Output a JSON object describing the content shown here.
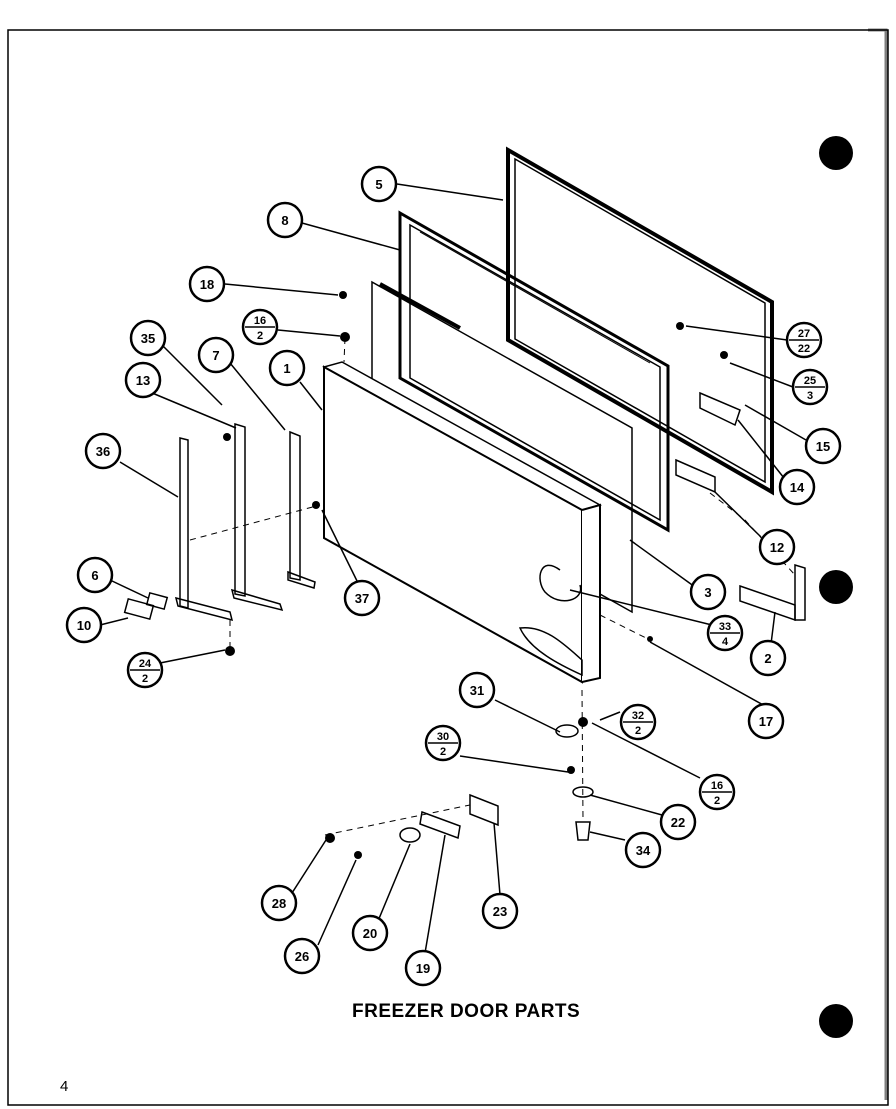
{
  "title": "FREEZER DOOR PARTS",
  "page_number": "4",
  "callouts": [
    {
      "id": "c5",
      "label": "5"
    },
    {
      "id": "c8",
      "label": "8"
    },
    {
      "id": "c18",
      "label": "18"
    },
    {
      "id": "c16a",
      "num": "16",
      "den": "2"
    },
    {
      "id": "c35",
      "label": "35"
    },
    {
      "id": "c7",
      "label": "7"
    },
    {
      "id": "c1",
      "label": "1"
    },
    {
      "id": "c13",
      "label": "13"
    },
    {
      "id": "c36",
      "label": "36"
    },
    {
      "id": "c6",
      "label": "6"
    },
    {
      "id": "c10",
      "label": "10"
    },
    {
      "id": "c24",
      "num": "24",
      "den": "2"
    },
    {
      "id": "c37",
      "label": "37"
    },
    {
      "id": "c27",
      "num": "27",
      "den": "22"
    },
    {
      "id": "c25",
      "num": "25",
      "den": "3"
    },
    {
      "id": "c15",
      "label": "15"
    },
    {
      "id": "c14",
      "label": "14"
    },
    {
      "id": "c12",
      "label": "12"
    },
    {
      "id": "c3",
      "label": "3"
    },
    {
      "id": "c33",
      "num": "33",
      "den": "4"
    },
    {
      "id": "c2",
      "label": "2"
    },
    {
      "id": "c17",
      "label": "17"
    },
    {
      "id": "c31",
      "label": "31"
    },
    {
      "id": "c32",
      "num": "32",
      "den": "2"
    },
    {
      "id": "c30",
      "num": "30",
      "den": "2"
    },
    {
      "id": "c16b",
      "num": "16",
      "den": "2"
    },
    {
      "id": "c22",
      "label": "22"
    },
    {
      "id": "c34",
      "label": "34"
    },
    {
      "id": "c28",
      "label": "28"
    },
    {
      "id": "c26",
      "label": "26"
    },
    {
      "id": "c20",
      "label": "20"
    },
    {
      "id": "c19",
      "label": "19"
    },
    {
      "id": "c23",
      "label": "23"
    }
  ]
}
